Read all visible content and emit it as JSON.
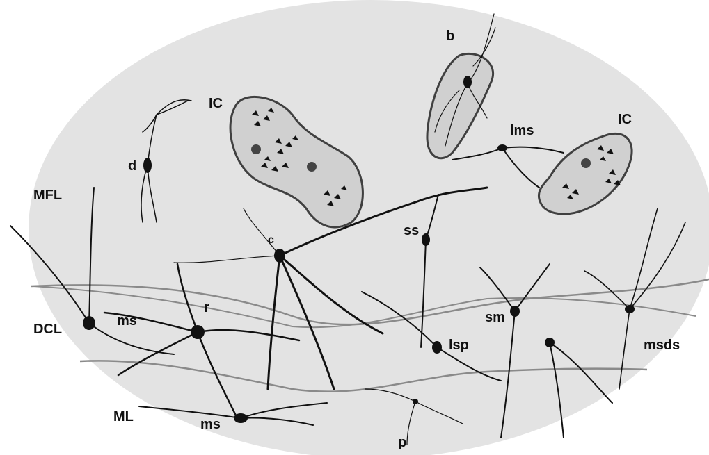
{
  "diagram": {
    "labels": {
      "b": "b",
      "ic_left": "IC",
      "ic_right": "IC",
      "lms": "lms",
      "d": "d",
      "mfl": "MFL",
      "c": "c",
      "ss": "ss",
      "r": "r",
      "dcl": "DCL",
      "ms_upper": "ms",
      "ms_lower": "ms",
      "sm": "sm",
      "lsp": "lsp",
      "msds": "msds",
      "ml": "ML",
      "p": "p"
    },
    "colors": {
      "background": "#e3e3e3",
      "island_fill": "#d0d0d0",
      "island_stroke": "#404040",
      "layer_line": "#8a8a8a",
      "neuron": "#111111"
    }
  }
}
